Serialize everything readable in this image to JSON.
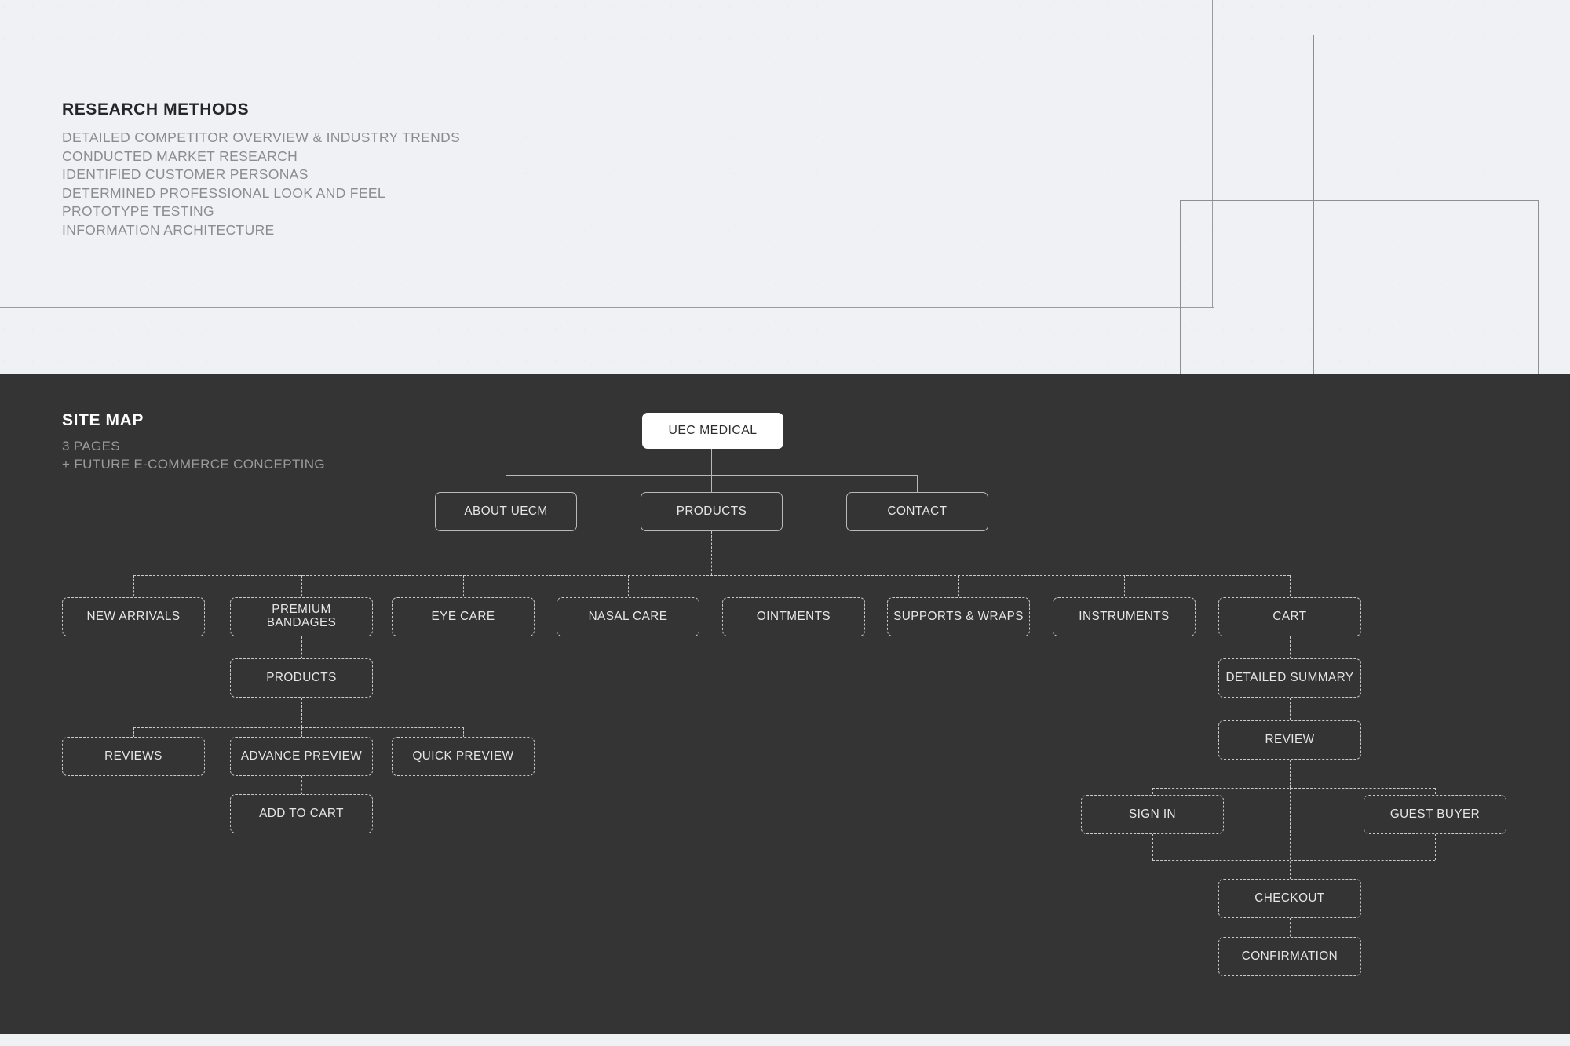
{
  "research": {
    "title": "RESEARCH METHODS",
    "items": [
      "DETAILED COMPETITOR OVERVIEW & INDUSTRY TRENDS",
      "CONDUCTED MARKET RESEARCH",
      "IDENTIFIED CUSTOMER PERSONAS",
      "DETERMINED PROFESSIONAL LOOK AND FEEL",
      "PROTOTYPE TESTING",
      "INFORMATION ARCHITECTURE"
    ]
  },
  "sitemap": {
    "title": "SITE MAP",
    "subtitle_line1": "3 PAGES",
    "subtitle_line2": "+ FUTURE E-COMMERCE CONCEPTING",
    "nodes": {
      "root": "UEC MEDICAL",
      "about": "ABOUT UECM",
      "products_top": "PRODUCTS",
      "contact": "CONTACT",
      "new_arrivals": "NEW ARRIVALS",
      "premium_bandages": "PREMIUM BANDAGES",
      "eye_care": "EYE CARE",
      "nasal_care": "NASAL CARE",
      "ointments": "OINTMENTS",
      "supports_wraps": "SUPPORTS & WRAPS",
      "instruments": "INSTRUMENTS",
      "cart": "CART",
      "products_sub": "PRODUCTS",
      "reviews": "REVIEWS",
      "advance_preview": "ADVANCE PREVIEW",
      "quick_preview": "QUICK PREVIEW",
      "add_to_cart": "ADD TO CART",
      "detailed_summary": "DETAILED SUMMARY",
      "review": "REVIEW",
      "sign_in": "SIGN IN",
      "guest_buyer": "GUEST BUYER",
      "checkout": "CHECKOUT",
      "confirmation": "CONFIRMATION"
    }
  },
  "colors": {
    "dark_panel": "#343434",
    "light_panel": "#f0f1f5",
    "node_border": "#c9c9c9",
    "root_fill": "#ffffff",
    "muted_text": "#8b8c92"
  }
}
